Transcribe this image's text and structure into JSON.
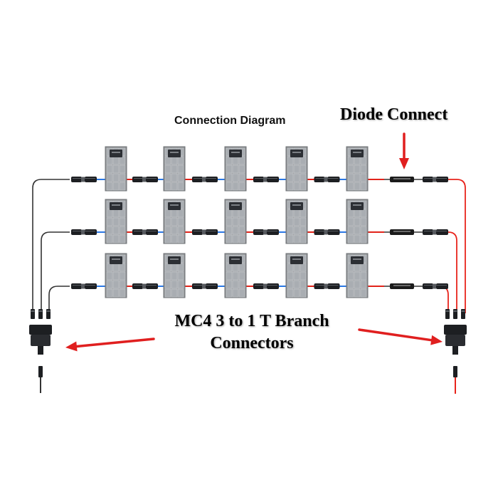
{
  "title": "Connection Diagram",
  "annotations": {
    "diode_connect": "Diode Connect",
    "branch_line1": "MC4 3 to 1 T Branch",
    "branch_line2": "Connectors"
  },
  "layout": {
    "rows": 3,
    "panels_per_row": 5
  },
  "colors": {
    "negative_wire": "#333333",
    "positive_wire": "#e8241c",
    "panel_wire_positive": "#e2231a",
    "panel_wire_negative": "#2b78e4",
    "arrow": "#e01f1f",
    "panel_frame": "#8d9093",
    "panel_cell": "#a9adb2",
    "junction_box": "#2c2f34",
    "connector": "#1d1f22",
    "diode": "#1b1b1b"
  }
}
